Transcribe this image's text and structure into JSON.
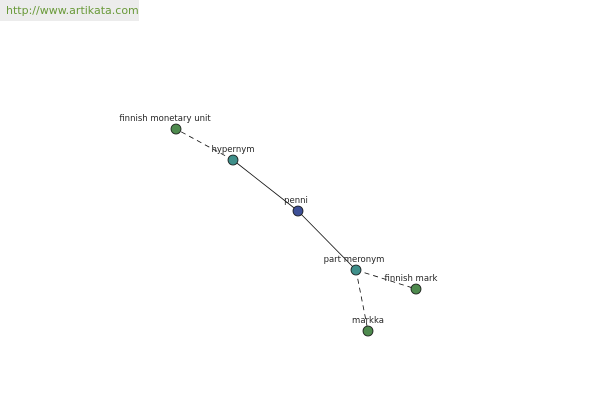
{
  "watermark": {
    "url": "http://www.artikata.com"
  },
  "colors": {
    "center_node": "#3d4f96",
    "relation_node": "#3f8f8a",
    "leaf_node": "#4e8a4e",
    "edge": "#111111"
  },
  "graph": {
    "nodes": [
      {
        "id": "penni",
        "label": "penni",
        "kind": "center",
        "icon": "center-node"
      },
      {
        "id": "hypernym",
        "label": "hypernym",
        "kind": "relation",
        "icon": "relation-node"
      },
      {
        "id": "part-meronym",
        "label": "part meronym",
        "kind": "relation",
        "icon": "relation-node"
      },
      {
        "id": "finnish-monetary-unit",
        "label": "finnish monetary unit",
        "kind": "leaf",
        "icon": "leaf-node"
      },
      {
        "id": "finnish-mark",
        "label": "finnish mark",
        "kind": "leaf",
        "icon": "leaf-node"
      },
      {
        "id": "markka",
        "label": "markka",
        "kind": "leaf",
        "icon": "leaf-node"
      }
    ],
    "edges": [
      {
        "from": "penni",
        "to": "hypernym",
        "style": "solid"
      },
      {
        "from": "penni",
        "to": "part-meronym",
        "style": "solid"
      },
      {
        "from": "hypernym",
        "to": "finnish-monetary-unit",
        "style": "dashed"
      },
      {
        "from": "part-meronym",
        "to": "finnish-mark",
        "style": "dashed"
      },
      {
        "from": "part-meronym",
        "to": "markka",
        "style": "dashed"
      }
    ]
  }
}
